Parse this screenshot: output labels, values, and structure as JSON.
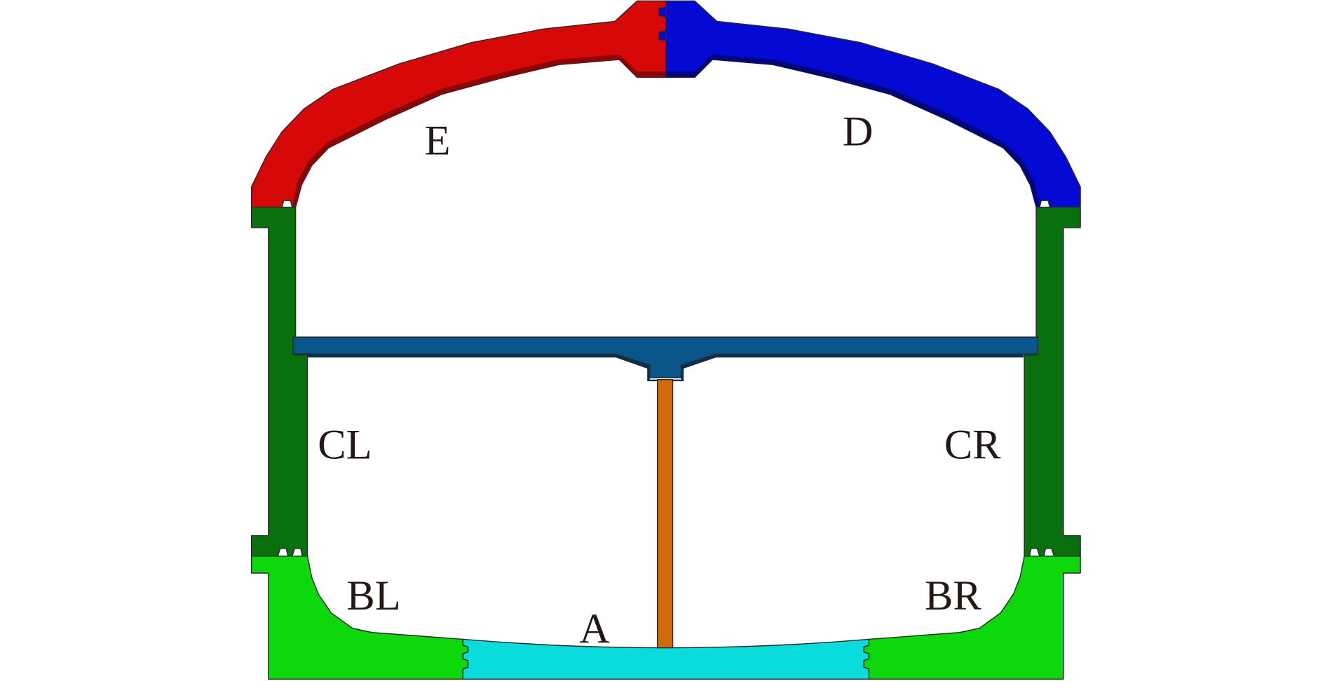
{
  "labels": {
    "A": "A",
    "BL": "BL",
    "BR": "BR",
    "CL": "CL",
    "CR": "CR",
    "D": "D",
    "E": "E"
  },
  "colors": {
    "part_A": "#0adcdc",
    "part_B": "#0cd80c",
    "part_C": "#08700c",
    "part_D": "#0509d4",
    "part_E": "#d60808",
    "beam": "#09558a",
    "rod": "#d26c0a"
  }
}
